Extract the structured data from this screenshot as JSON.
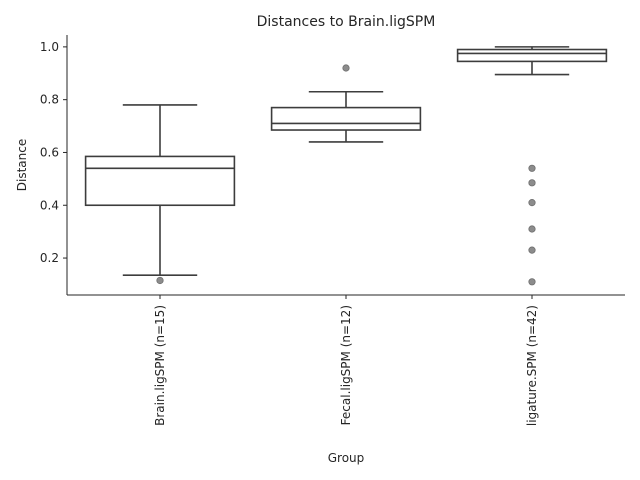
{
  "chart_data": {
    "type": "box",
    "title": "Distances to Brain.ligSPM",
    "xlabel": "Group",
    "ylabel": "Distance",
    "ylim": [
      0.06,
      1.045
    ],
    "yticks": [
      "0.2",
      "0.4",
      "0.6",
      "0.8",
      "1.0"
    ],
    "grid": false,
    "categories": [
      "Brain.ligSPM (n=15)",
      "Fecal.ligSPM (n=12)",
      "ligature.SPM (n=42)"
    ],
    "boxes": [
      {
        "whislo": 0.135,
        "q1": 0.4,
        "med": 0.54,
        "q3": 0.585,
        "whishi": 0.78,
        "fliers": [
          0.115
        ]
      },
      {
        "whislo": 0.64,
        "q1": 0.685,
        "med": 0.71,
        "q3": 0.77,
        "whishi": 0.83,
        "fliers": [
          0.92
        ]
      },
      {
        "whislo": 0.895,
        "q1": 0.945,
        "med": 0.975,
        "q3": 0.99,
        "whishi": 1.0,
        "fliers": [
          0.54,
          0.485,
          0.41,
          0.31,
          0.23,
          0.11
        ]
      }
    ]
  }
}
